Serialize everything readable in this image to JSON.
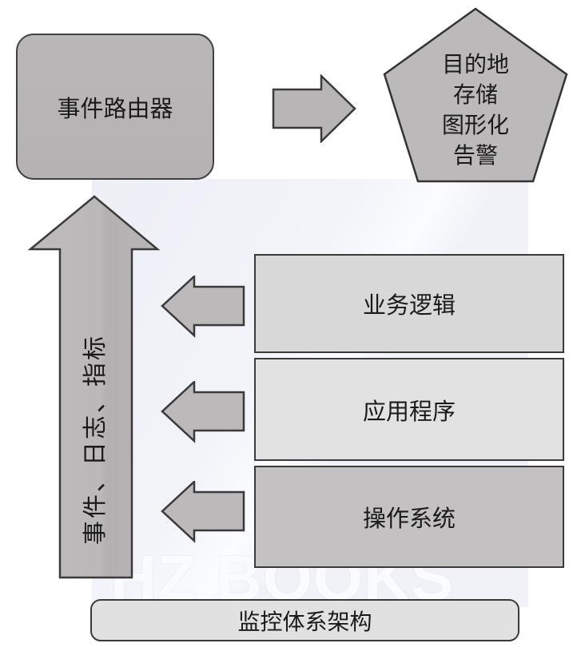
{
  "figure": {
    "caption": "监控体系架构",
    "event_router": "事件路由器",
    "pentagon_lines": [
      "目的地",
      "存储",
      "图形化",
      "告警"
    ],
    "flow_label": "事件、日志、指标",
    "layers": [
      {
        "label": "业务逻辑"
      },
      {
        "label": "应用程序"
      },
      {
        "label": "操作系统"
      }
    ]
  },
  "watermark": {
    "text": "HZ BOOKS"
  },
  "colors": {
    "shape_fill": "#b8b5b6",
    "shape_stroke": "#3a3a3a",
    "layer1_fill": "#d9d8d8",
    "layer2_fill": "#e3e2e2",
    "layer3_fill": "#c3c1c2",
    "caption_fill": "#e1e1e1",
    "text": "#1a1a1a",
    "watermark_tint": "#f1f2f8",
    "watermark_text": "#fafbfe"
  }
}
